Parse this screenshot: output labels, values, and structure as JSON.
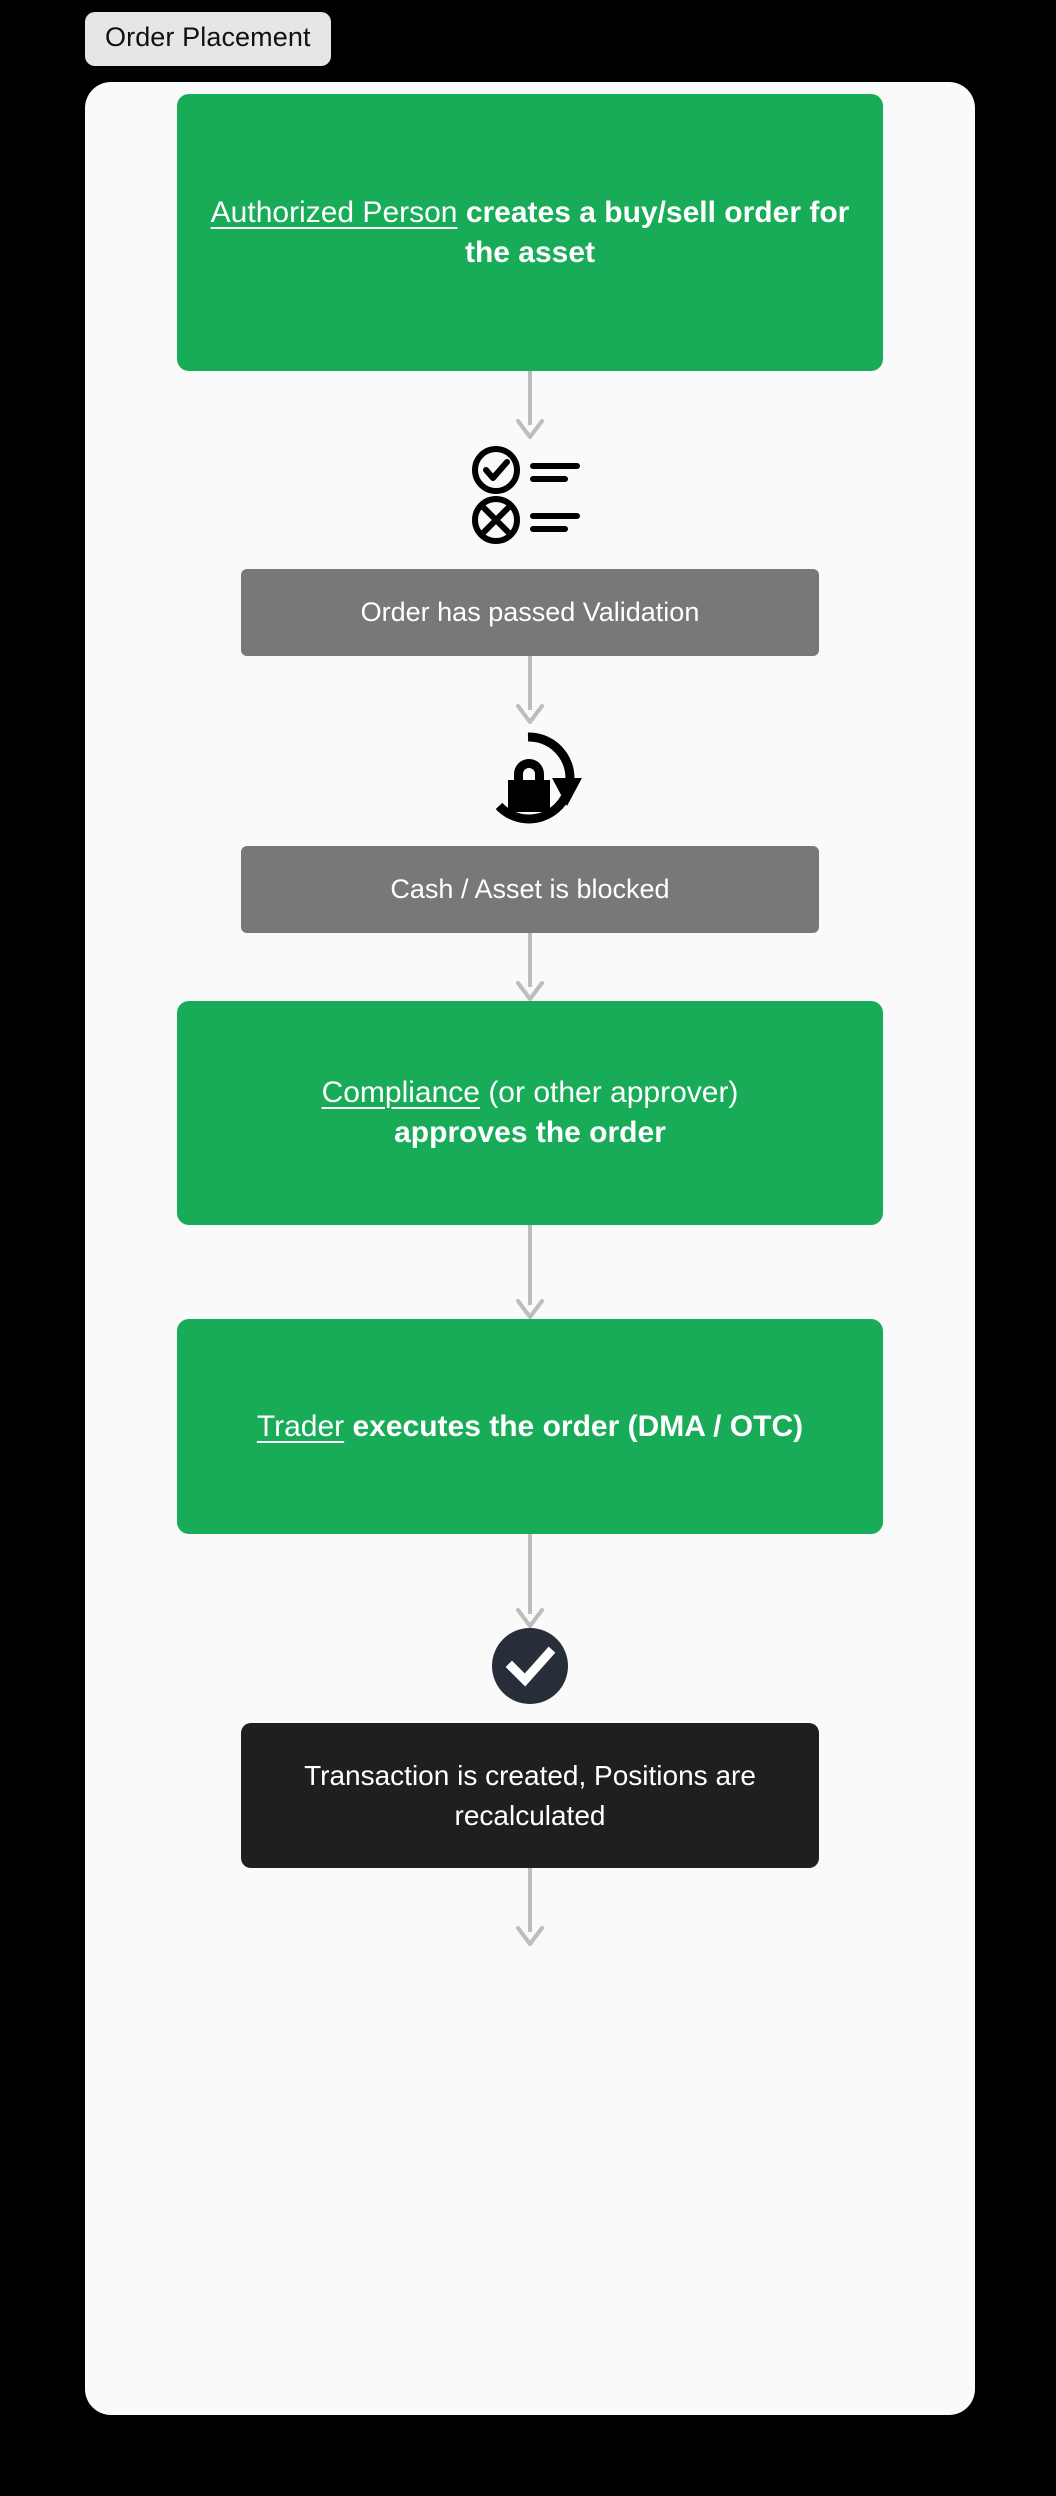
{
  "title_badge": {
    "label": "Order Placement"
  },
  "colors": {
    "green": "#18ab58",
    "gray": "#787878",
    "dark": "#1f1f1f",
    "dark_circle": "#282d3a",
    "card_bg": "#fafafa",
    "badge_bg": "#e6e6e6",
    "arrow": "#bdbdbd",
    "page_bg": "#000000"
  },
  "flow": {
    "steps": [
      {
        "id": "order-created",
        "type": "node",
        "style": "green",
        "lead": "Authorized Person",
        "lead_underlined": true,
        "rest": " creates a buy/sell order for the asset",
        "rest_bold": true
      },
      {
        "id": "arrow-1",
        "type": "arrow",
        "icon": "arrow-down-icon"
      },
      {
        "id": "validation-checklist",
        "type": "icon",
        "icon": "validation-checklist-icon"
      },
      {
        "id": "order-validated",
        "type": "node",
        "style": "gray",
        "text": "Order has passed Validation"
      },
      {
        "id": "arrow-2",
        "type": "arrow",
        "icon": "arrow-down-icon"
      },
      {
        "id": "lock-refresh",
        "type": "icon",
        "icon": "lock-refresh-icon"
      },
      {
        "id": "cash-blocked",
        "type": "node",
        "style": "gray",
        "text": "Cash / Asset is blocked"
      },
      {
        "id": "arrow-3",
        "type": "arrow",
        "icon": "arrow-down-icon"
      },
      {
        "id": "compliance-approves",
        "type": "node",
        "style": "green",
        "lead": "Compliance",
        "lead_underlined": true,
        "rest": " (or other approver)",
        "rest_bold": false,
        "second_line": "approves the order",
        "second_line_bold": true
      },
      {
        "id": "arrow-4",
        "type": "arrow",
        "icon": "arrow-down-icon"
      },
      {
        "id": "trader-executes",
        "type": "node",
        "style": "green",
        "lead": "Trader",
        "lead_underlined": true,
        "rest": " executes the order (DMA / OTC)",
        "rest_bold": true
      },
      {
        "id": "arrow-5",
        "type": "arrow",
        "icon": "arrow-down-icon"
      },
      {
        "id": "success-check",
        "type": "icon",
        "icon": "check-circle-filled-icon"
      },
      {
        "id": "transaction-created",
        "type": "node",
        "style": "dark",
        "text": "Transaction is created, Positions are recalculated"
      },
      {
        "id": "arrow-6",
        "type": "arrow",
        "icon": "arrow-down-icon"
      }
    ]
  },
  "labels": {
    "step1_lead": "Authorized Person",
    "step1_rest": " creates a buy/sell order for the asset",
    "step2": "Order has passed Validation",
    "step3": "Cash / Asset is blocked",
    "step4_lead": "Compliance",
    "step4_rest": " (or other approver)",
    "step4_line2": "approves the order",
    "step5_lead": "Trader",
    "step5_rest": " executes the order (DMA / OTC)",
    "step6": "Transaction is created, Positions are recalculated"
  }
}
